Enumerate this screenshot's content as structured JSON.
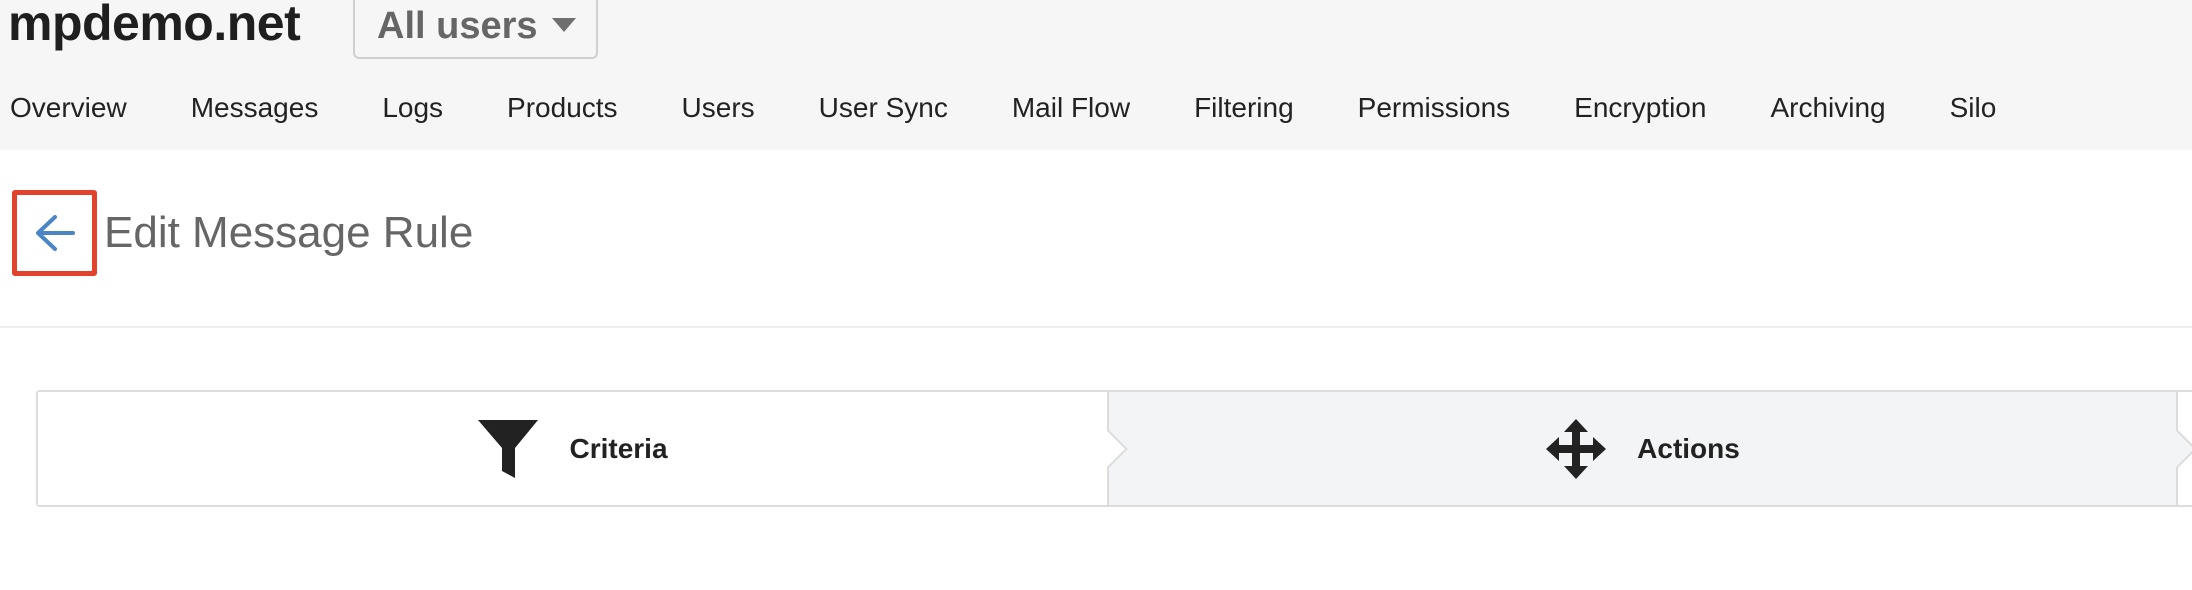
{
  "header": {
    "brand": "mpdemo.net",
    "user_select": {
      "selected": "All users"
    }
  },
  "nav": {
    "items": [
      {
        "label": "Overview"
      },
      {
        "label": "Messages"
      },
      {
        "label": "Logs"
      },
      {
        "label": "Products"
      },
      {
        "label": "Users"
      },
      {
        "label": "User Sync"
      },
      {
        "label": "Mail Flow"
      },
      {
        "label": "Filtering"
      },
      {
        "label": "Permissions"
      },
      {
        "label": "Encryption"
      },
      {
        "label": "Archiving"
      },
      {
        "label": "Silo"
      }
    ]
  },
  "page": {
    "title": "Edit Message Rule",
    "back_icon": "arrow-left-icon"
  },
  "steps": [
    {
      "label": "Criteria",
      "icon": "funnel-icon",
      "active": false
    },
    {
      "label": "Actions",
      "icon": "move-arrows-icon",
      "active": true
    }
  ],
  "colors": {
    "accent": "#4a86c5",
    "highlight_border": "#e2422b",
    "topbar_bg": "#f6f6f6",
    "active_step_bg": "#f3f4f6"
  }
}
